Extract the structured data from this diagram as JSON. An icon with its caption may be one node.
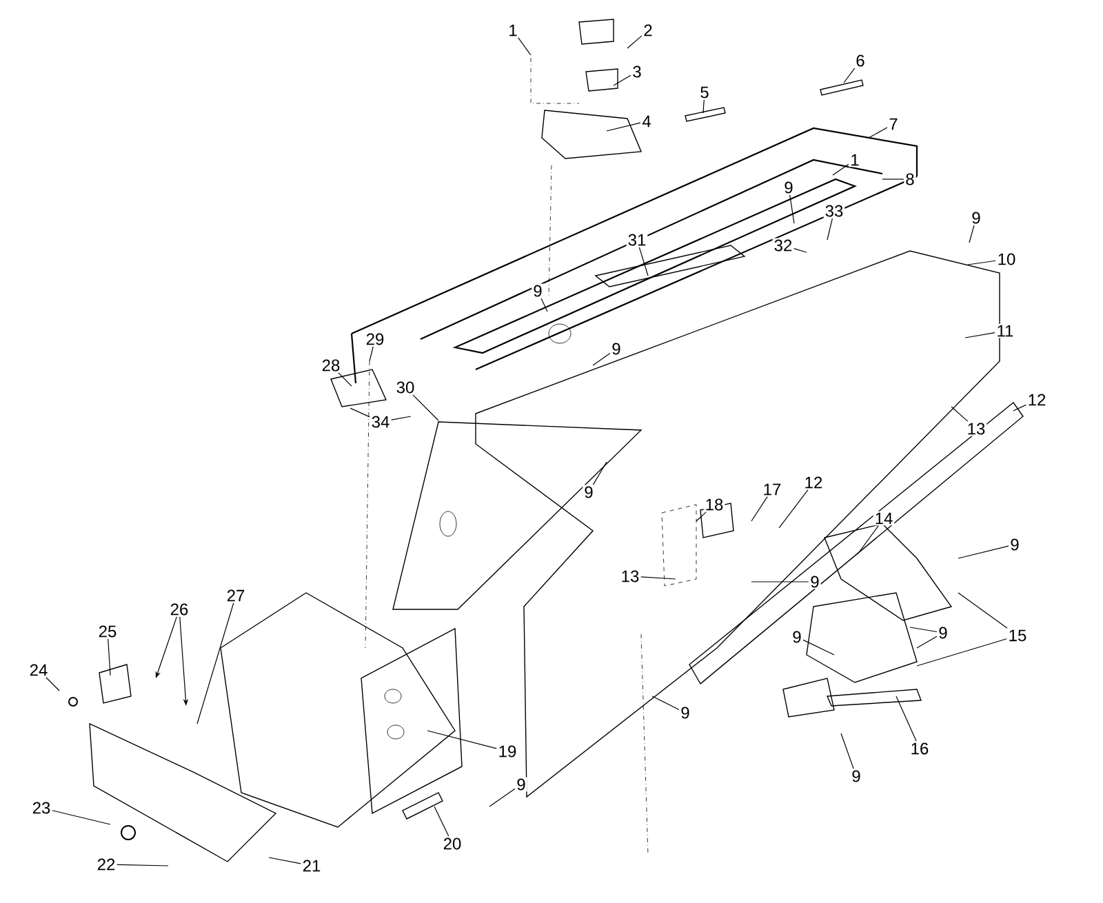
{
  "diagram": {
    "nodes": [
      {
        "text": [
          "1"
        ]
      },
      {
        "text": [
          "2"
        ]
      },
      {
        "text": [
          "3"
        ]
      },
      {
        "text": [
          "4"
        ]
      },
      {
        "text": [
          "5"
        ]
      },
      {
        "text": [
          "6"
        ]
      },
      {
        "text": [
          "7"
        ]
      },
      {
        "text": [
          "8"
        ]
      },
      {
        "text": [
          "1"
        ]
      },
      {
        "text": [
          "9"
        ]
      },
      {
        "text": [
          "33"
        ]
      },
      {
        "text": [
          "32"
        ]
      },
      {
        "text": [
          "9"
        ]
      },
      {
        "text": [
          "10"
        ]
      },
      {
        "text": [
          "31"
        ]
      },
      {
        "text": [
          "9"
        ]
      },
      {
        "text": [
          "11"
        ]
      },
      {
        "text": [
          "12"
        ]
      },
      {
        "text": [
          "13"
        ]
      },
      {
        "text": [
          "34"
        ]
      },
      {
        "text": [
          "9"
        ]
      },
      {
        "text": [
          "9"
        ]
      },
      {
        "text": [
          "29"
        ]
      },
      {
        "text": [
          "28"
        ]
      },
      {
        "text": [
          "30"
        ]
      },
      {
        "text": [
          "18"
        ]
      },
      {
        "text": [
          "17"
        ]
      },
      {
        "text": [
          "12"
        ]
      },
      {
        "text": [
          "13"
        ]
      },
      {
        "text": [
          "9"
        ]
      },
      {
        "text": [
          "14"
        ]
      },
      {
        "text": [
          "9"
        ]
      },
      {
        "text": [
          "15"
        ]
      },
      {
        "text": [
          "9"
        ]
      },
      {
        "text": [
          "9"
        ]
      },
      {
        "text": [
          "16"
        ]
      },
      {
        "text": [
          "9"
        ]
      },
      {
        "text": [
          "9"
        ]
      },
      {
        "text": [
          "19"
        ]
      },
      {
        "text": [
          "9"
        ]
      },
      {
        "text": [
          "20"
        ]
      },
      {
        "text": [
          "21"
        ]
      },
      {
        "text": [
          "22"
        ]
      },
      {
        "text": [
          "23"
        ]
      },
      {
        "text": [
          "24"
        ]
      },
      {
        "text": [
          "25"
        ]
      },
      {
        "text": [
          "26"
        ]
      },
      {
        "text": [
          "27"
        ]
      }
    ],
    "edges": [
      {
        "from": 0,
        "to": null,
        "arrow": "none"
      },
      {
        "from": 1,
        "to": null,
        "arrow": "none"
      },
      {
        "from": 2,
        "to": null,
        "arrow": "none"
      },
      {
        "from": 3,
        "to": null,
        "arrow": "none"
      },
      {
        "from": 4,
        "to": null,
        "arrow": "none"
      },
      {
        "from": 5,
        "to": null,
        "arrow": "none"
      },
      {
        "from": 6,
        "to": null,
        "arrow": "none"
      },
      {
        "from": 7,
        "to": null,
        "arrow": "none"
      },
      {
        "from": 8,
        "to": null,
        "arrow": "none"
      },
      {
        "from": 9,
        "to": null,
        "arrow": "none"
      },
      {
        "from": 10,
        "to": null,
        "arrow": "none"
      },
      {
        "from": 11,
        "to": null,
        "arrow": "none"
      },
      {
        "from": 12,
        "to": null,
        "arrow": "none"
      },
      {
        "from": 13,
        "to": null,
        "arrow": "none"
      },
      {
        "from": 14,
        "to": null,
        "arrow": "none"
      },
      {
        "from": 15,
        "to": null,
        "arrow": "none"
      },
      {
        "from": 16,
        "to": null,
        "arrow": "none"
      },
      {
        "from": 17,
        "to": null,
        "arrow": "none"
      },
      {
        "from": 18,
        "to": null,
        "arrow": "none"
      },
      {
        "from": 19,
        "to": null,
        "arrow": "none"
      },
      {
        "from": 19,
        "to": null,
        "arrow": "none"
      },
      {
        "from": 20,
        "to": null,
        "arrow": "none"
      },
      {
        "from": 21,
        "to": null,
        "arrow": "none"
      },
      {
        "from": 22,
        "to": null,
        "arrow": "none"
      },
      {
        "from": 23,
        "to": null,
        "arrow": "none"
      },
      {
        "from": 24,
        "to": null,
        "arrow": "none"
      },
      {
        "from": 25,
        "to": null,
        "arrow": "none"
      },
      {
        "from": 26,
        "to": null,
        "arrow": "none"
      },
      {
        "from": 27,
        "to": null,
        "arrow": "none"
      },
      {
        "from": 28,
        "to": null,
        "arrow": "none"
      },
      {
        "from": 29,
        "to": null,
        "arrow": "none"
      },
      {
        "from": 30,
        "to": null,
        "arrow": "none"
      },
      {
        "from": 31,
        "to": null,
        "arrow": "none"
      },
      {
        "from": 32,
        "to": null,
        "arrow": "none"
      },
      {
        "from": 32,
        "to": null,
        "arrow": "none"
      },
      {
        "from": 33,
        "to": null,
        "arrow": "none"
      },
      {
        "from": 33,
        "to": null,
        "arrow": "none"
      },
      {
        "from": 34,
        "to": null,
        "arrow": "none"
      },
      {
        "from": 35,
        "to": null,
        "arrow": "none"
      },
      {
        "from": 36,
        "to": null,
        "arrow": "none"
      },
      {
        "from": 37,
        "to": null,
        "arrow": "none"
      },
      {
        "from": 38,
        "to": null,
        "arrow": "none"
      },
      {
        "from": 39,
        "to": null,
        "arrow": "none"
      },
      {
        "from": 40,
        "to": null,
        "arrow": "none"
      },
      {
        "from": 41,
        "to": null,
        "arrow": "none"
      },
      {
        "from": 42,
        "to": null,
        "arrow": "none"
      },
      {
        "from": 43,
        "to": null,
        "arrow": "none"
      },
      {
        "from": 44,
        "to": null,
        "arrow": "none"
      },
      {
        "from": 45,
        "to": null,
        "arrow": "none"
      },
      {
        "from": 46,
        "to": null,
        "arrow": "to"
      },
      {
        "from": 46,
        "to": null,
        "arrow": "to"
      },
      {
        "from": 47,
        "to": null,
        "arrow": "none"
      }
    ]
  }
}
